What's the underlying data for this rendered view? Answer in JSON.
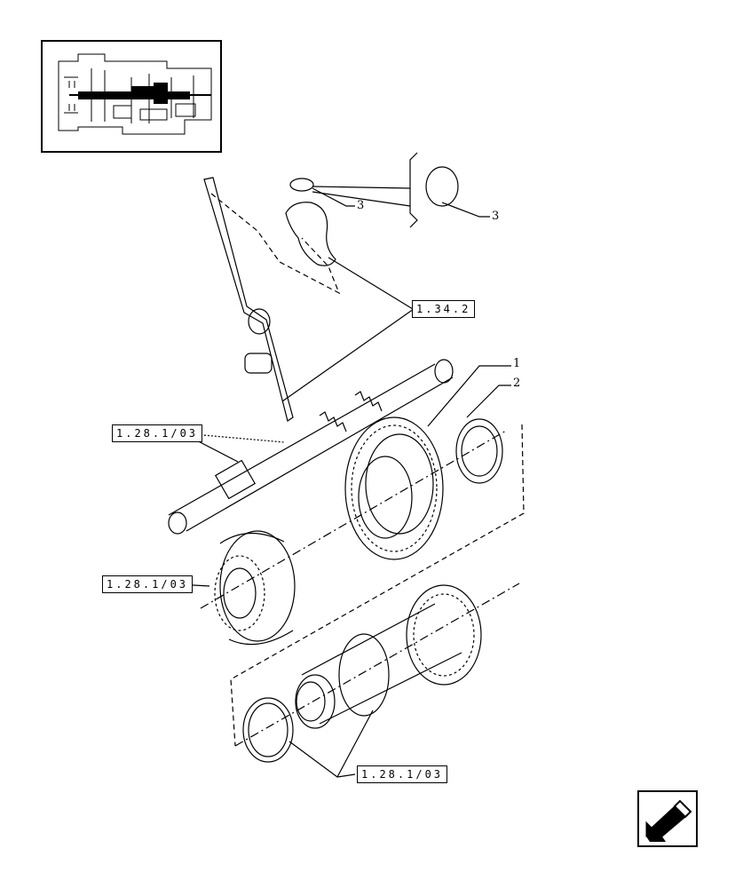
{
  "diagram": {
    "callouts": {
      "ref_1_34_2": "1.34.2",
      "ref_1_28_1_03_a": "1.28.1/03",
      "ref_1_28_1_03_b": "1.28.1/03",
      "ref_1_28_1_03_c": "1.28.1/03"
    },
    "part_numbers": {
      "p1": "1",
      "p2": "2",
      "p3_a": "3",
      "p3_b": "3"
    }
  },
  "navigation": {
    "icon": "back-arrow-icon"
  }
}
